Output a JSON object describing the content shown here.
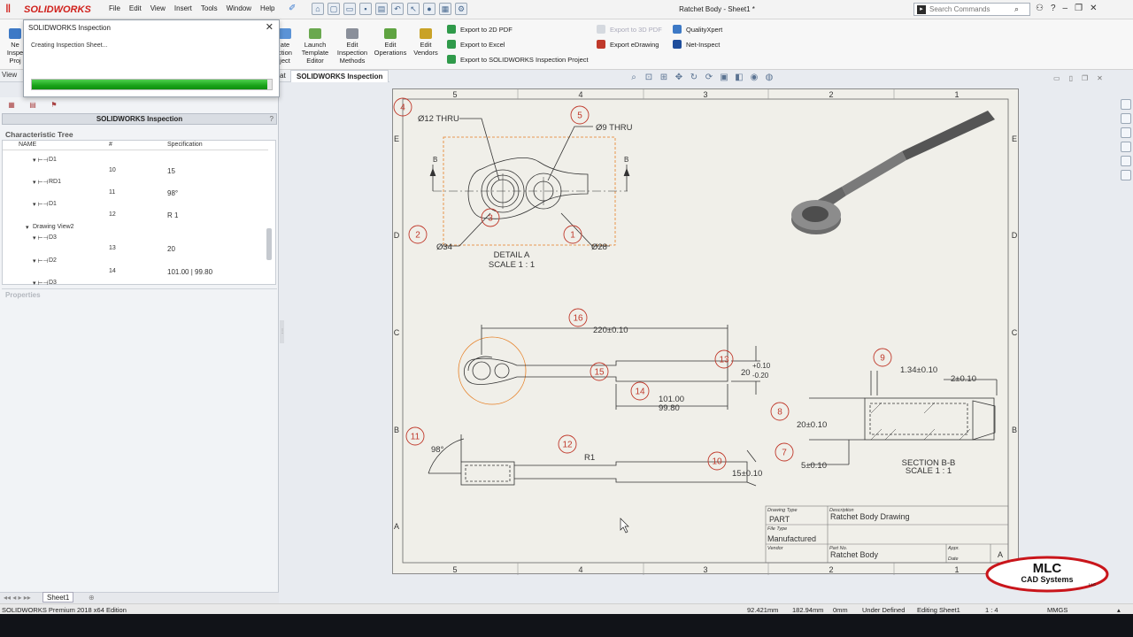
{
  "app": {
    "logo": "SOLIDWORKS",
    "document_title": "Ratchet Body - Sheet1 *"
  },
  "menu": [
    "File",
    "Edit",
    "View",
    "Insert",
    "Tools",
    "Window",
    "Help"
  ],
  "search": {
    "placeholder": "Search Commands"
  },
  "ribbon": {
    "left_buttons": [
      {
        "label": "Ne\nInspe\nProj"
      },
      {
        "label": "ate\nction\nject"
      },
      {
        "label": "Launch\nTemplate\nEditor"
      },
      {
        "label": "Edit\nInspection\nMethods"
      },
      {
        "label": "Edit\nOperations"
      },
      {
        "label": "Edit\nVendors"
      }
    ],
    "export_2d_pdf": "Export to 2D PDF",
    "export_excel": "Export to Excel",
    "export_project": "Export to SOLIDWORKS Inspection Project",
    "export_3d_pdf": "Export to 3D PDF",
    "export_edrawing": "Export eDrawing",
    "qualityxpert": "QualityXpert",
    "net_inspect": "Net-Inspect"
  },
  "tabs": {
    "view": "View",
    "partial": "at",
    "active": "SOLIDWORKS Inspection"
  },
  "dialog": {
    "title": "SOLIDWORKS Inspection",
    "message": "Creating Inspection Sheet...",
    "progress": 0.98
  },
  "panel": {
    "title": "SOLIDWORKS Inspection",
    "help": "?",
    "tree_title": "Characteristic Tree",
    "columns": {
      "name": "NAME",
      "num": "#",
      "spec": "Specification"
    },
    "rows": [
      {
        "name": "D1",
        "num": "",
        "spec": ""
      },
      {
        "name": "",
        "num": "10",
        "spec": "15"
      },
      {
        "name": "RD1",
        "num": "",
        "spec": ""
      },
      {
        "name": "",
        "num": "11",
        "spec": "98°"
      },
      {
        "name": "D1",
        "num": "",
        "spec": ""
      },
      {
        "name": "",
        "num": "12",
        "spec": "R 1"
      },
      {
        "name": "Drawing View2",
        "num": "",
        "spec": ""
      },
      {
        "name": "D3",
        "num": "",
        "spec": ""
      },
      {
        "name": "",
        "num": "13",
        "spec": "20"
      },
      {
        "name": "D2",
        "num": "",
        "spec": ""
      },
      {
        "name": "",
        "num": "14",
        "spec": "101.00 |  99.80"
      },
      {
        "name": "D3",
        "num": "",
        "spec": ""
      }
    ],
    "properties": "Properties"
  },
  "drawing": {
    "zone_cols": [
      "5",
      "4",
      "3",
      "2",
      "1"
    ],
    "zone_rows": [
      "E",
      "D",
      "C",
      "B",
      "A"
    ],
    "detail_title": "DETAIL A",
    "detail_scale": "SCALE 1 : 1",
    "section_title": "SECTION B-B",
    "section_scale": "SCALE 1 : 1",
    "dims": {
      "hole12": "Ø12 THRU",
      "hole9": "Ø9 THRU",
      "d34": "Ø34",
      "d28": "Ø28",
      "len": "220±0.10",
      "w20a": "20",
      "tol_up": "+0.10",
      "tol_dn": "-0.20",
      "l101": "101.00",
      "l998": "99.80",
      "ang": "98°",
      "r1": "R1",
      "h15": "15±0.10",
      "s134": "1.34±0.10",
      "s2": "2±0.10",
      "s20": "20±0.10",
      "s5": "5±0.10",
      "sec_b": "B"
    },
    "balloons": [
      "1",
      "2",
      "3",
      "4",
      "5",
      "7",
      "8",
      "9",
      "10",
      "11",
      "12",
      "13",
      "14",
      "15",
      "16"
    ],
    "title_block": {
      "drawing_type_lbl": "Drawing Type",
      "drawing_type": "PART",
      "file_type_lbl": "File Type",
      "file_type": "Manufactured",
      "vendor_lbl": "Vendor",
      "desc_lbl": "Description",
      "desc": "Ratchet Body Drawing",
      "part_lbl": "Part No.",
      "part": "Ratchet Body",
      "appr_lbl": "Appr.",
      "date_lbl": "Date",
      "rev": "A"
    }
  },
  "sheet_tab": "Sheet1",
  "status": {
    "edition": "SOLIDWORKS Premium 2018 x64 Edition",
    "x": "92.421mm",
    "y": "182.94mm",
    "z": "0mm",
    "state": "Under Defined",
    "editing": "Editing Sheet1",
    "scale": "1 : 4",
    "units": "MMGS"
  },
  "watermark": {
    "line1": "MLC",
    "line2": "CAD Systems",
    "suffix": "LLC"
  },
  "colors": {
    "accent_red": "#d0211c",
    "balloon": "#c0392b",
    "progress": "#19a319"
  }
}
